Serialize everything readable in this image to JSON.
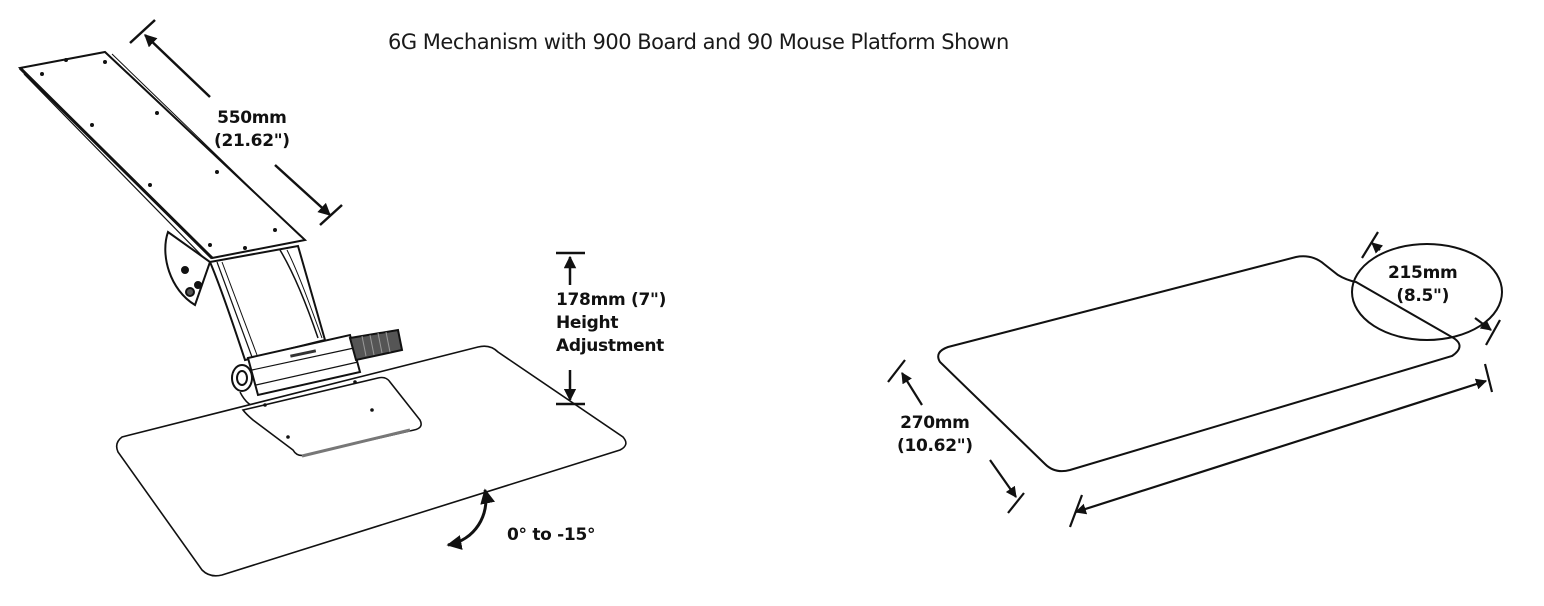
{
  "diagram": {
    "title": "6G Mechanism with 900 Board and 90 Mouse Platform Shown",
    "left_assembly": {
      "board_length": {
        "mm": "550mm",
        "inch": "(21.62\")"
      },
      "height_adjustment": {
        "value": "178mm (7\")",
        "line2": "Height",
        "line3": "Adjustment"
      },
      "tilt_range": "0° to -15°"
    },
    "right_platform": {
      "depth": {
        "mm": "270mm",
        "inch": "(10.62\")"
      },
      "corner_detail": {
        "mm": "215mm",
        "inch": "(8.5\")"
      }
    },
    "colors": {
      "line": "#111111",
      "background": "#ffffff"
    }
  }
}
